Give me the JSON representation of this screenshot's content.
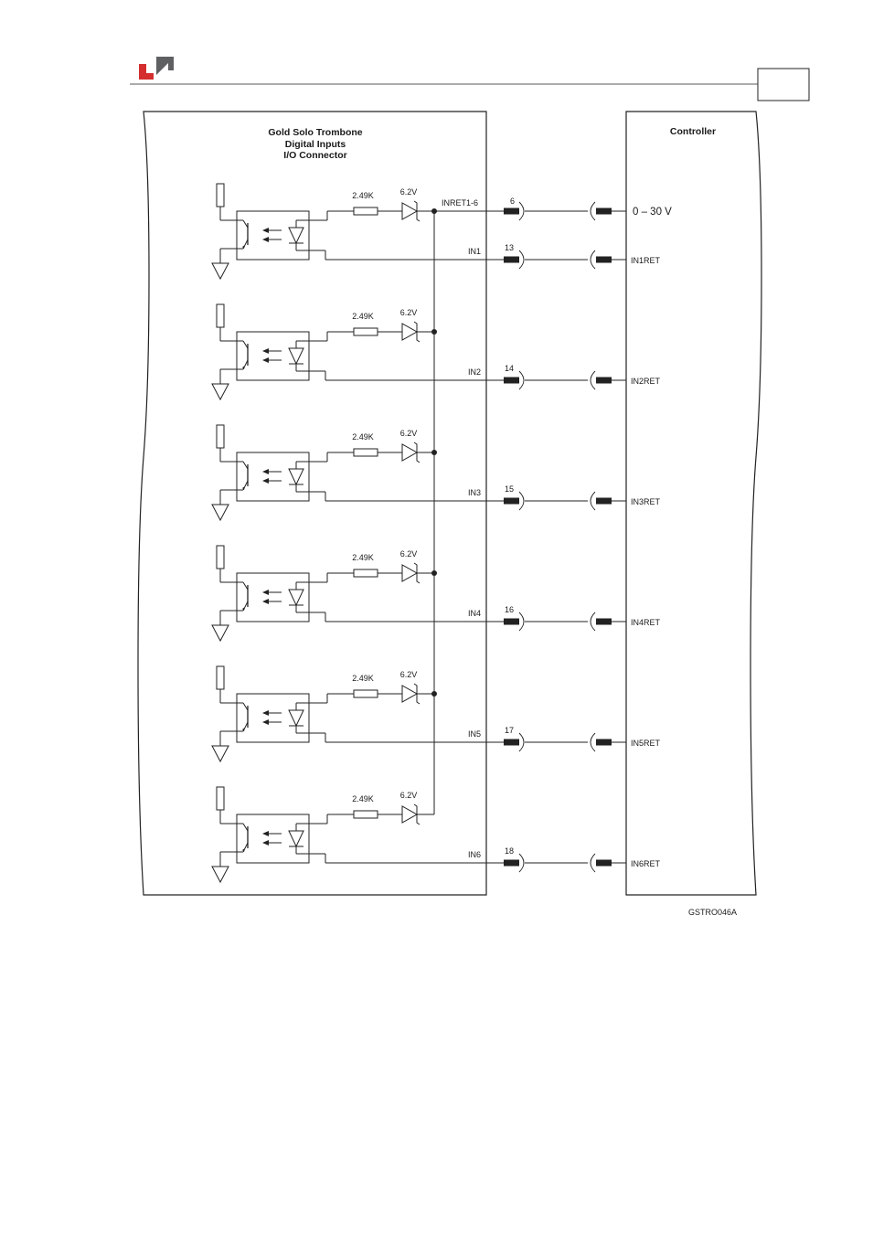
{
  "header": {
    "page_number": "",
    "logo_colors": {
      "red": "#d42e2e",
      "grey": "#5f6062"
    }
  },
  "left_box": {
    "title_lines": [
      "Gold Solo Trombone",
      "Digital Inputs",
      "I/O Connector"
    ]
  },
  "right_box": {
    "title": "Controller"
  },
  "supply": {
    "label": "INRET1-6",
    "pin": "6",
    "voltage_label": "0 – 30 V"
  },
  "channels": [
    {
      "resistor": "2.49K",
      "zener": "6.2V",
      "input": "IN1",
      "pin": "13",
      "ret": "IN1RET"
    },
    {
      "resistor": "2.49K",
      "zener": "6.2V",
      "input": "IN2",
      "pin": "14",
      "ret": "IN2RET"
    },
    {
      "resistor": "2.49K",
      "zener": "6.2V",
      "input": "IN3",
      "pin": "15",
      "ret": "IN3RET"
    },
    {
      "resistor": "2.49K",
      "zener": "6.2V",
      "input": "IN4",
      "pin": "16",
      "ret": "IN4RET"
    },
    {
      "resistor": "2.49K",
      "zener": "6.2V",
      "input": "IN5",
      "pin": "17",
      "ret": "IN5RET"
    },
    {
      "resistor": "2.49K",
      "zener": "6.2V",
      "input": "IN6",
      "pin": "18",
      "ret": "IN6RET"
    }
  ],
  "figure_code": "GSTRO046A"
}
